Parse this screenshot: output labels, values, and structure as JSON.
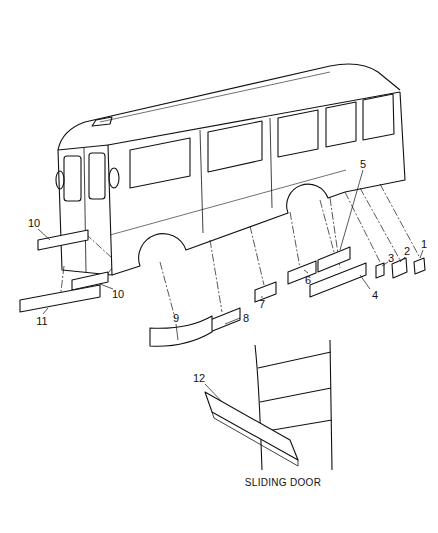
{
  "diagram": {
    "labels": [
      "5",
      "10",
      "1",
      "2",
      "6",
      "3",
      "7",
      "4",
      "8",
      "10",
      "11",
      "9",
      "12",
      "SLIDING DOOR"
    ]
  }
}
